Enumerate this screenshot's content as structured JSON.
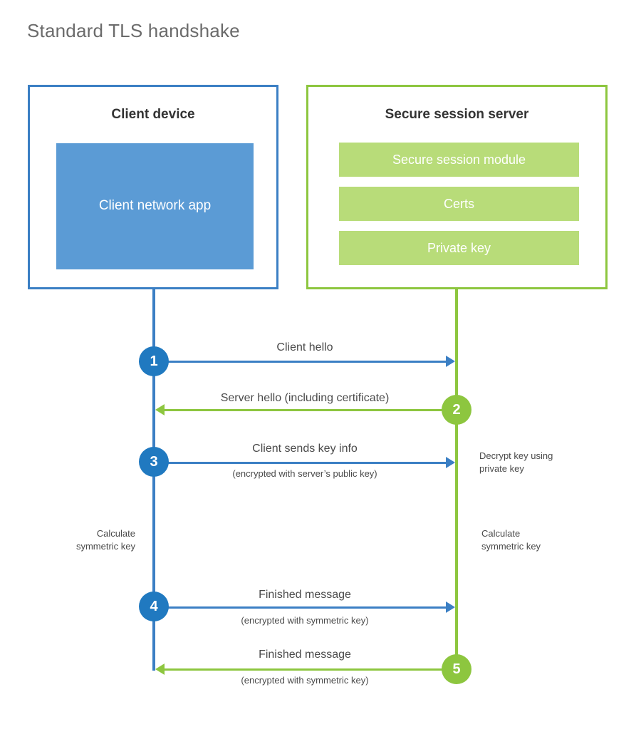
{
  "diagram": {
    "title": "Standard TLS handshake",
    "type": "sequence-diagram"
  },
  "colors": {
    "client_border": "#3b7fc4",
    "client_fill": "#5b9bd5",
    "server_border": "#8dc63f",
    "server_fill": "#b8dc79",
    "client_circle": "#2079c0",
    "server_circle": "#8dc63f",
    "title_text": "#6b6b6b",
    "body_text": "#4a4a4a",
    "background": "#ffffff"
  },
  "parties": {
    "client": {
      "title": "Client device",
      "components": [
        "Client network app"
      ]
    },
    "server": {
      "title": "Secure session server",
      "components": [
        "Secure session module",
        "Certs",
        "Private key"
      ]
    }
  },
  "steps": [
    {
      "number": "1",
      "label": "Client hello",
      "sublabel": "",
      "direction": "client-to-server",
      "color": "blue"
    },
    {
      "number": "2",
      "label": "Server hello (including certificate)",
      "sublabel": "",
      "direction": "server-to-client",
      "color": "green"
    },
    {
      "number": "3",
      "label": "Client sends key info",
      "sublabel": "(encrypted with server’s public key)",
      "direction": "client-to-server",
      "color": "blue"
    },
    {
      "number": "4",
      "label": "Finished message",
      "sublabel": "(encrypted with symmetric key)",
      "direction": "client-to-server",
      "color": "blue"
    },
    {
      "number": "5",
      "label": "Finished message",
      "sublabel": "(encrypted with symmetric key)",
      "direction": "server-to-client",
      "color": "green"
    }
  ],
  "annotations": {
    "server_decrypt": "Decrypt key using\nprivate key",
    "server_decrypt_line1": "Decrypt key using",
    "server_decrypt_line2": "private key",
    "client_calc_line1": "Calculate",
    "client_calc_line2": "symmetric key",
    "server_calc_line1": "Calculate",
    "server_calc_line2": "symmetric key"
  }
}
